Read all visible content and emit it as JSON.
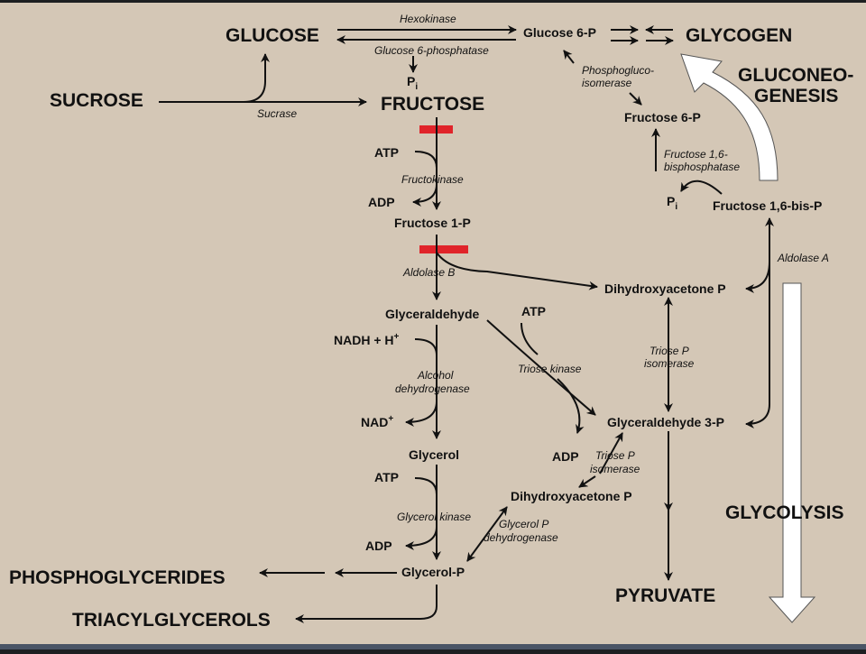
{
  "metabolites": {
    "glucose": "GLUCOSE",
    "glucose6p": "Glucose 6-P",
    "glycogen": "GLYCOGEN",
    "pi_top": "P",
    "pi_sub": "i",
    "sucrose": "SUCROSE",
    "fructose": "FRUCTOSE",
    "fructose6p": "Fructose 6-P",
    "pi2": "P",
    "pi2_sub": "i",
    "fructose16bisp": "Fructose 1,6-bis-P",
    "atp1": "ATP",
    "adp1": "ADP",
    "fructose1p": "Fructose 1-P",
    "dhap1": "Dihydroxyacetone P",
    "glyceraldehyde": "Glyceraldehyde",
    "atp2": "ATP",
    "nadh": "NADH + H",
    "nadh_sup": "+",
    "nad": "NAD",
    "nad_sup": "+",
    "g3p": "Glyceraldehyde 3-P",
    "glycerol": "Glycerol",
    "adp2": "ADP",
    "atp3": "ATP",
    "dhap2": "Dihydroxyacetone P",
    "adp3": "ADP",
    "glycerolp": "Glycerol-P",
    "phosphoglycerides": "PHOSPHOGLYCERIDES",
    "triacylglycerols": "TRIACYLGLYCEROLS",
    "pyruvate": "PYRUVATE"
  },
  "enzymes": {
    "hexokinase": "Hexokinase",
    "g6phosphatase": "Glucose 6-phosphatase",
    "sucrase": "Sucrase",
    "phosphogluco_1": "Phosphogluco-",
    "phosphogluco_2": "isomerase",
    "fbpase_1": "Fructose 1,6-",
    "fbpase_2": "bisphosphatase",
    "fructokinase": "Fructokinase",
    "aldolase_b": "Aldolase B",
    "aldolase_a": "Aldolase A",
    "triose_kinase": "Triose kinase",
    "tpi1_1": "Triose P",
    "tpi1_2": "isomerase",
    "adh_1": "Alcohol",
    "adh_2": "dehydrogenase",
    "tpi2_1": "Triose P",
    "tpi2_2": "isomerase",
    "glycerol_kinase": "Glycerol kinase",
    "g3pdh_1": "Glycerol P",
    "g3pdh_2": "dehydrogenase"
  },
  "pathways": {
    "gluconeo_1": "GLUCONEO-",
    "gluconeo_2": "GENESIS",
    "glycolysis": "GLYCOLYSIS"
  },
  "colors": {
    "background": "#d4c7b6",
    "block": "#e0242a",
    "frame": "#1d1f21",
    "bottom_bar": "#4a5566"
  }
}
